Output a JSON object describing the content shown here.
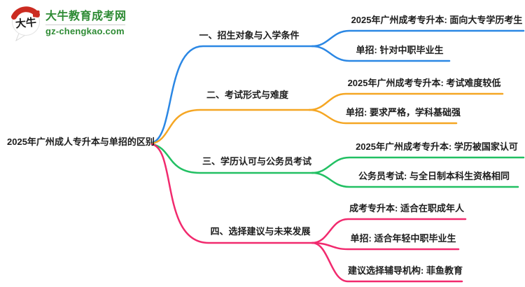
{
  "logo": {
    "icon_text": "大牛",
    "site_name": "大牛教育成考网",
    "site_url": "gz-chengkao.com"
  },
  "colors": {
    "branch1": "#2b87e4",
    "branch2": "#f5a623",
    "bran3_unused": "#000000",
    "branch3": "#22c063",
    "branch4": "#f12a6e",
    "logo_green": "#2e8b34",
    "logo_red": "#cb2b21",
    "text_dark": "#1d1d1d"
  },
  "mindmap": {
    "root": "2025年广州成人专升本与单招的区别",
    "branches": [
      {
        "label": "一、招生对象与入学条件",
        "children": [
          "2025年广州成考专升本: 面向大专学历考生",
          "单招: 针对中职毕业生"
        ]
      },
      {
        "label": "二、考试形式与难度",
        "children": [
          "2025年广州成考专升本: 考试难度较低",
          "单招: 要求严格，学科基础强"
        ]
      },
      {
        "label": "三、学历认可与公务员考试",
        "children": [
          "2025年广州成考专升本: 学历被国家认可",
          "公务员考试: 与全日制本科生资格相同"
        ]
      },
      {
        "label": "四、选择建议与未来发展",
        "children": [
          "成考专升本: 适合在职成年人",
          "单招: 适合年轻中职毕业生",
          "建议选择辅导机构: 菲鱼教育"
        ]
      }
    ]
  }
}
